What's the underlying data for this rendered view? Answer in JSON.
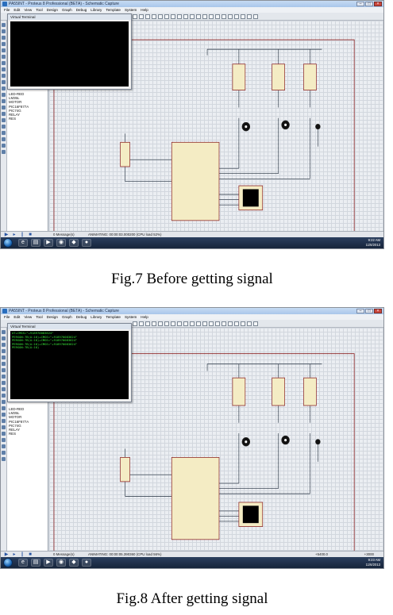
{
  "figures": [
    {
      "id": "fig7",
      "window_title": "PA55INT - Proteus 8 Professional (BETA) - Schematic Capture",
      "menu": [
        "File",
        "Edit",
        "View",
        "Tool",
        "Design",
        "Graph",
        "Debug",
        "Library",
        "Template",
        "System",
        "Help"
      ],
      "terminal_title": "Virtual Terminal",
      "terminal_lines": [],
      "device_list": [
        "LED-RED",
        "LM35L",
        "MOTOR",
        "PIC16F877A",
        "PIC74G",
        "RELAY",
        "RES"
      ],
      "status_messages": "0 Message(s)",
      "status_text": "ANIMATING: 00:00:03.000200 (CPU load 52%)",
      "coord_left": "",
      "coord_right": "",
      "tray_time": "9:22 AM",
      "tray_date": "11/6/2013",
      "caption": "Fig.7 Before getting signal"
    },
    {
      "id": "fig8",
      "window_title": "PA55INT - Proteus 8 Professional (BETA) - Schematic Capture",
      "menu": [
        "File",
        "Edit",
        "View",
        "Tool",
        "Design",
        "Graph",
        "Debug",
        "Library",
        "Template",
        "System",
        "Help"
      ],
      "terminal_title": "Virtual Terminal",
      "terminal_lines": [
        "AT+CMGS=\"+918970083624\"",
        "PERSON:7B(A:10)+CMGS=\"+918970083624\"",
        "PERSON:7B(A:10)+CMGS=\"+918970083624\"",
        "PERSON:7B(A:10)+CMGS=\"+918970083624\"",
        "PERSON:7B(A:10)"
      ],
      "device_list": [
        "LED-RED",
        "LM35L",
        "MOTOR",
        "PIC16F877A",
        "PIC74G",
        "RELAY",
        "RES"
      ],
      "status_messages": "0 Message(s)",
      "status_text": "ANIMATING: 00:00:05.390360 (CPU load 56%)",
      "coord_left": "+5400.0",
      "coord_right": "+3000",
      "tray_time": "9:23 AM",
      "tray_date": "11/6/2013",
      "caption": "Fig.8 After getting signal"
    }
  ]
}
